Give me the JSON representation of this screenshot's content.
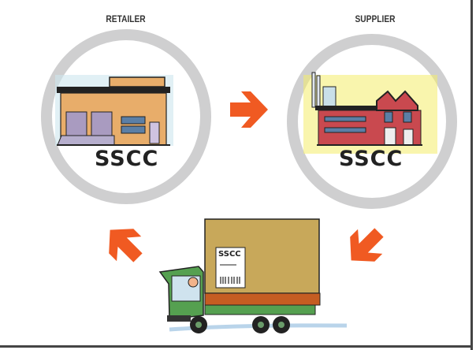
{
  "nodes": {
    "retailer": {
      "label": "RETAILER",
      "badge": "SSCC"
    },
    "supplier": {
      "label": "SUPPLIER",
      "badge": "SSCC"
    },
    "truck": {
      "label_title": "SSCC"
    }
  },
  "colors": {
    "arrow": "#f05a22",
    "ring": "#cfcfd0"
  }
}
